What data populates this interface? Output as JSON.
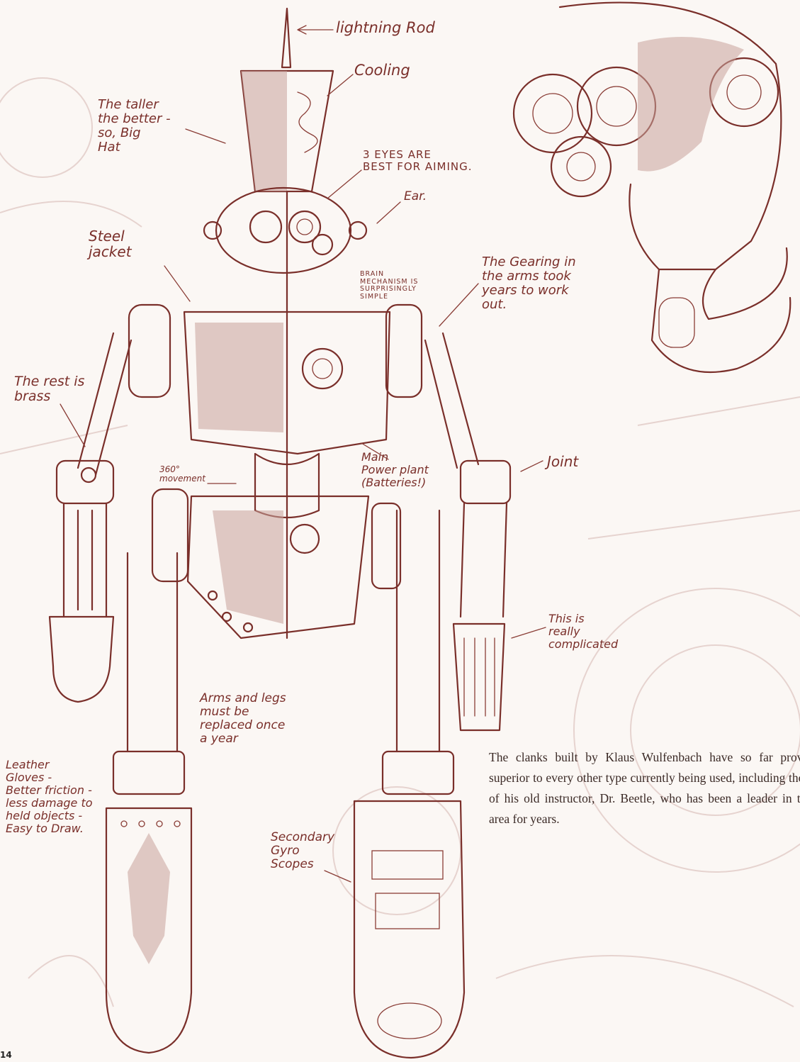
{
  "annotations": {
    "lightning_rod": "lightning Rod",
    "cooling": "Cooling",
    "taller_hat": "The taller\nthe better -\nso, Big\nHat",
    "three_eyes": "3 EYES ARE\nBEST FOR AIMING.",
    "ear": "Ear.",
    "steel_jacket": "Steel\njacket",
    "brain": "BRAIN\nMECHANISM IS\nSURPRISINGLY\nSIMPLE",
    "gearing": "The Gearing in\nthe arms took\nyears to work\nout.",
    "rest_brass": "The rest is\nbrass",
    "movement": "360°\nmovement",
    "power_plant": "Main\nPower plant\n(Batteries!)",
    "joint": "Joint",
    "complicated": "This is\nreally\ncomplicated",
    "arms_legs": "Arms and legs\nmust be\nreplaced once\na year",
    "gloves": "Leather\nGloves -\nBetter friction -\nless damage to\nheld objects -\nEasy to Draw.",
    "gyro": "Secondary\nGyro\nScopes"
  },
  "caption": "The clanks built by Klaus Wulfenbach have so far proved superior to every other type currently being used, including those of his old instructor, Dr. Beetle, who has been a leader in this area for years.",
  "page_number": "14",
  "colors": {
    "ink": "#7a2f2a",
    "paper": "#fbf7f4",
    "caption_text": "#3b2a26"
  }
}
